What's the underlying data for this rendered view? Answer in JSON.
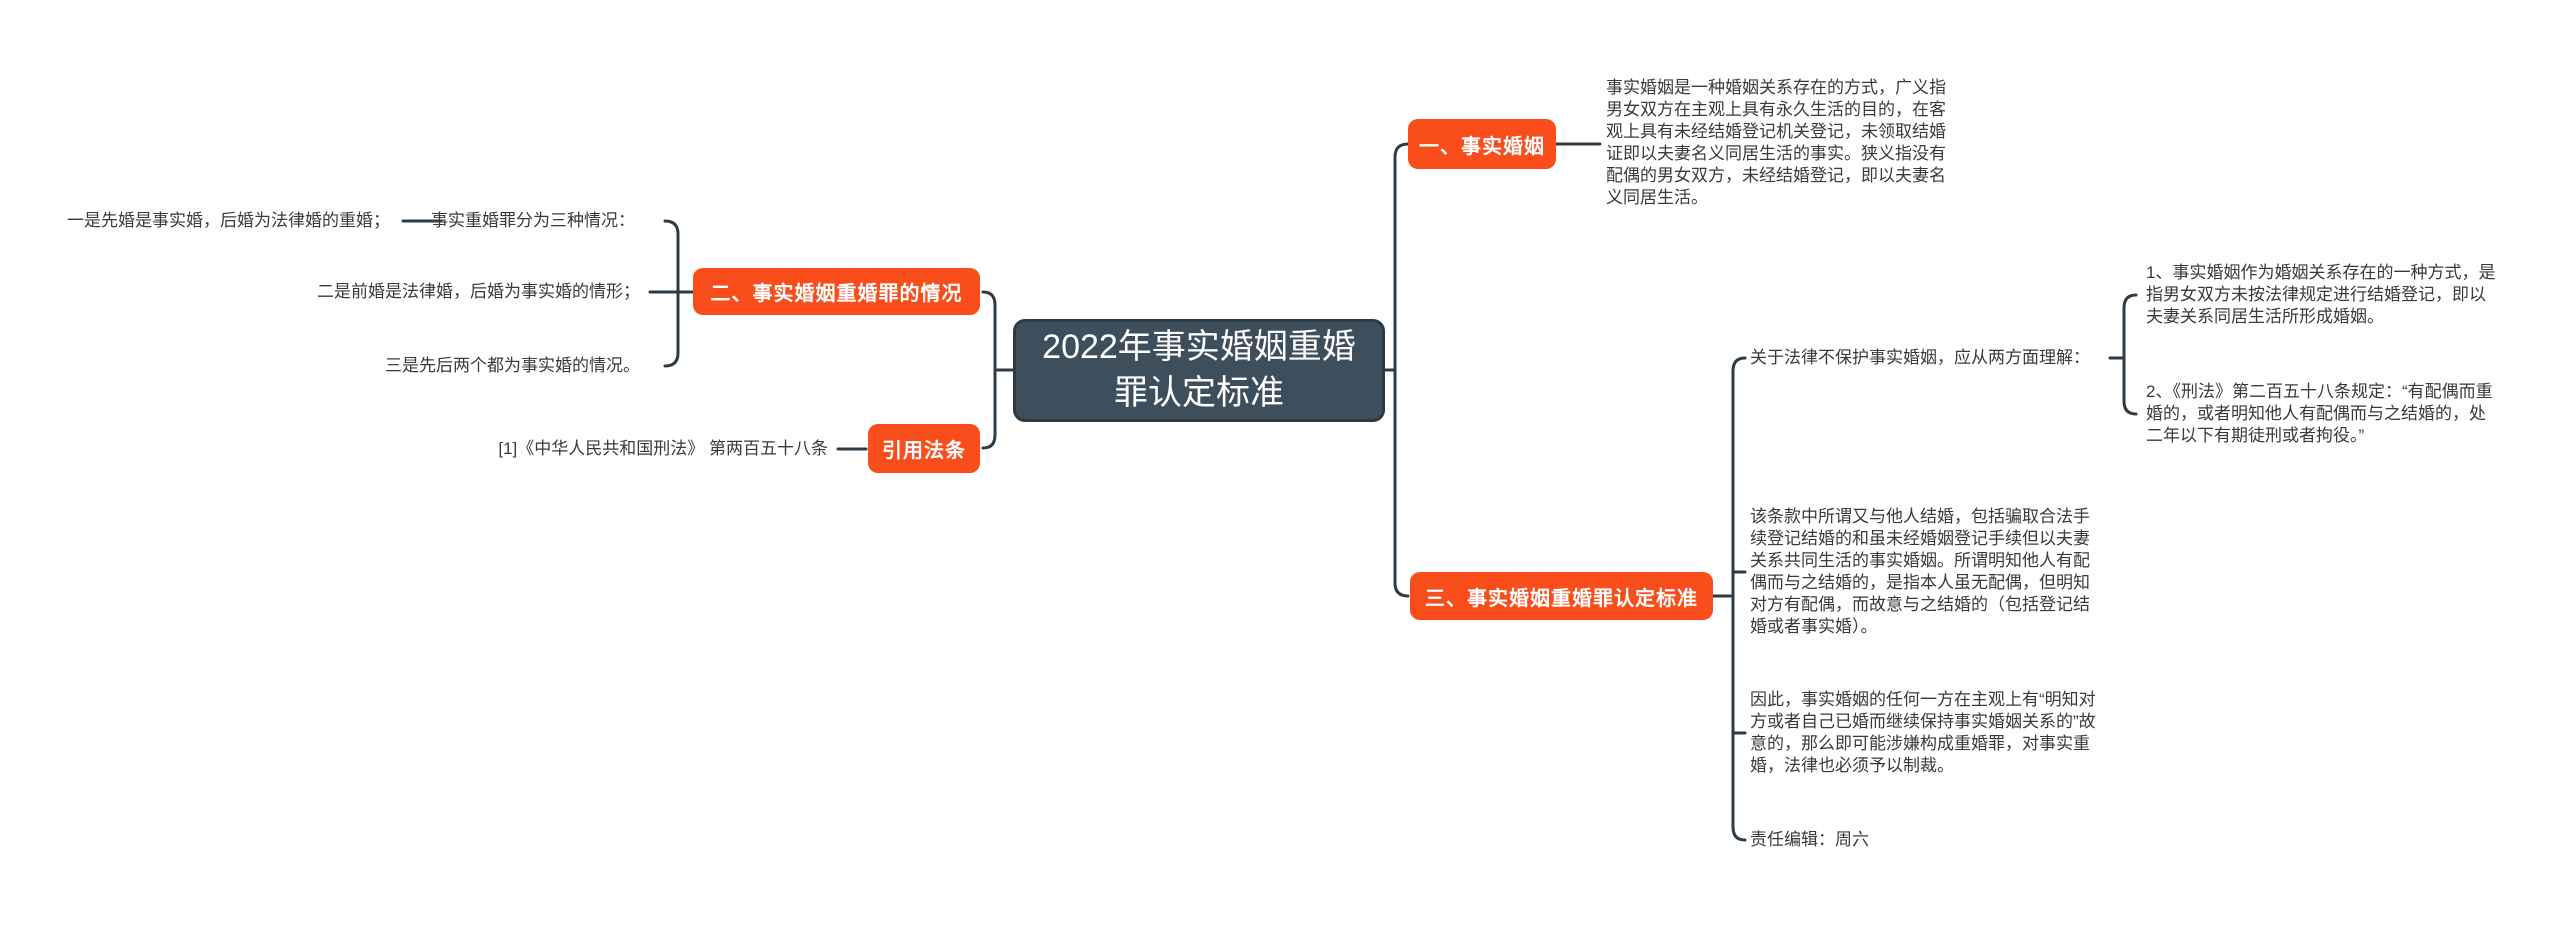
{
  "title": "2022年事实婚姻重婚罪认定标准",
  "colors": {
    "accent_orange": "#F94D1C",
    "root_node_fill": "#3D4E5C",
    "connector_line": "#2D3B47",
    "body_text": "#3A3A3A",
    "node_text": "#FFFFFF",
    "background": "#FFFFFF"
  },
  "branches": {
    "b1": {
      "label": "一、事实婚姻",
      "detail": "事实婚姻是一种婚姻关系存在的方式，广义指男女双方在主观上具有永久生活的目的，在客观上具有未经结婚登记机关登记，未领取结婚证即以夫妻名义同居生活的事实。狭义指没有配偶的男女双方，未经结婚登记，即以夫妻名义同居生活。"
    },
    "b2": {
      "label": "二、事实婚姻重婚罪的情况",
      "intro": "事实重婚罪分为三种情况：",
      "intro_child": "一是先婚是事实婚，后婚为法律婚的重婚；",
      "case2": "二是前婚是法律婚，后婚为事实婚的情形；",
      "case3": "三是先后两个都为事实婚的情况。"
    },
    "cite": {
      "label": "引用法条",
      "ref": "[1]《中华人民共和国刑法》 第两百五十八条"
    },
    "b3": {
      "label": "三、事实婚姻重婚罪认定标准",
      "understand": "关于法律不保护事实婚姻，应从两方面理解：",
      "point1": "1、事实婚姻作为婚姻关系存在的一种方式，是指男女双方未按法律规定进行结婚登记，即以夫妻关系同居生活所形成婚姻。",
      "point2": "2、《刑法》第二百五十八条规定：“有配偶而重婚的，或者明知他人有配偶而与之结婚的，处二年以下有期徒刑或者拘役。”",
      "clause": "该条款中所谓又与他人结婚，包括骗取合法手续登记结婚的和虽未经婚姻登记手续但以夫妻关系共同生活的事实婚姻。所谓明知他人有配偶而与之结婚的，是指本人虽无配偶，但明知对方有配偶，而故意与之结婚的（包括登记结婚或者事实婚）。",
      "therefore": "因此，事实婚姻的任何一方在主观上有“明知对方或者自己已婚而继续保持事实婚姻关系的”故意的，那么即可能涉嫌构成重婚罪，对事实重婚，法律也必须予以制裁。",
      "editor": "责任编辑：周六"
    }
  }
}
